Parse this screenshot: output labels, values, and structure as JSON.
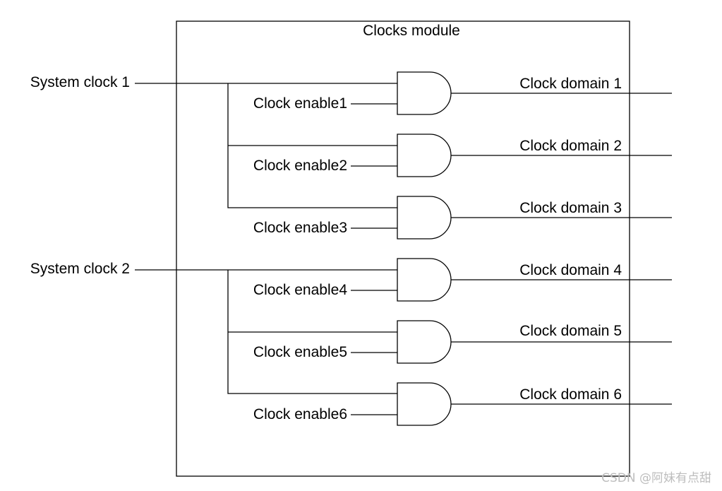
{
  "module": {
    "title": "Clocks module"
  },
  "system_clocks": [
    {
      "label": "System clock 1"
    },
    {
      "label": "System clock 2"
    }
  ],
  "gates": [
    {
      "enable": "Clock enable1",
      "domain": "Clock domain 1",
      "clock": 0
    },
    {
      "enable": "Clock enable2",
      "domain": "Clock domain 2",
      "clock": 0
    },
    {
      "enable": "Clock enable3",
      "domain": "Clock domain 3",
      "clock": 0
    },
    {
      "enable": "Clock enable4",
      "domain": "Clock domain 4",
      "clock": 1
    },
    {
      "enable": "Clock enable5",
      "domain": "Clock domain 5",
      "clock": 1
    },
    {
      "enable": "Clock enable6",
      "domain": "Clock domain 6",
      "clock": 1
    }
  ],
  "watermark": "CSDN @阿妹有点甜"
}
